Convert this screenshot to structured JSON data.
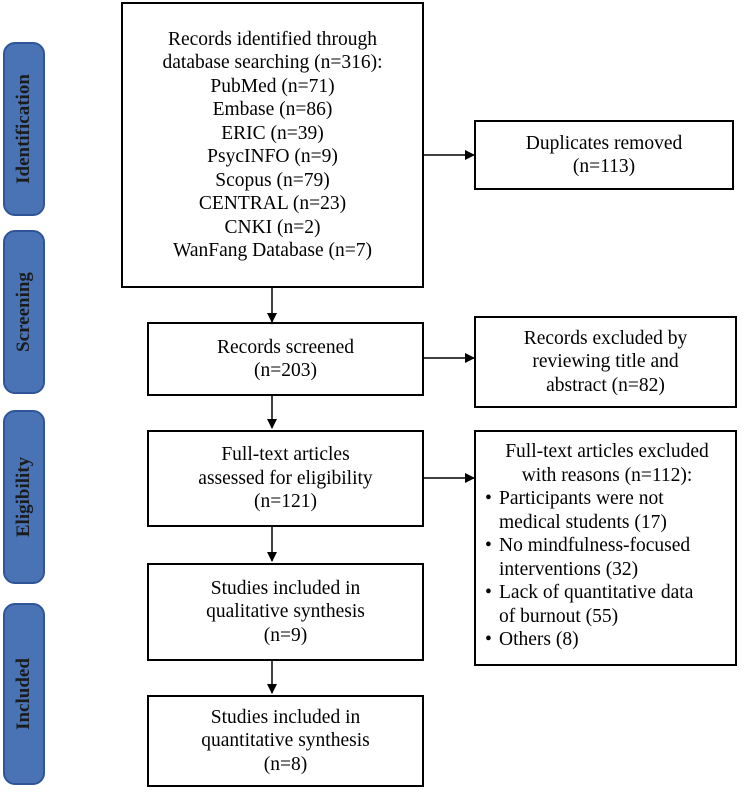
{
  "phases": {
    "identification": "Identification",
    "screening": "Screening",
    "eligibility": "Eligibility",
    "included": "Included"
  },
  "identified": {
    "lines": [
      "Records identified through",
      "database searching (n=316):",
      "PubMed (n=71)",
      "Embase (n=86)",
      "ERIC (n=39)",
      "PsycINFO (n=9)",
      "Scopus (n=79)",
      "CENTRAL (n=23)",
      "CNKI (n=2)",
      "WanFang Database (n=7)"
    ]
  },
  "duplicates": {
    "lines": [
      "Duplicates removed",
      "(n=113)"
    ]
  },
  "screened": {
    "lines": [
      "Records screened",
      "(n=203)"
    ]
  },
  "excluded_title": {
    "lines": [
      "Records excluded by",
      "reviewing title and",
      "abstract (n=82)"
    ]
  },
  "fulltext": {
    "lines": [
      "Full-text articles",
      "assessed for eligibility",
      "(n=121)"
    ]
  },
  "fulltext_excluded": {
    "title_lines": [
      "Full-text articles excluded",
      "with reasons (n=112):"
    ],
    "bullet": "•",
    "reasons": [
      {
        "lines": [
          "Participants were not",
          "medical students (17)"
        ]
      },
      {
        "lines": [
          "No mindfulness-focused",
          "interventions (32)"
        ]
      },
      {
        "lines": [
          "Lack of quantitative data",
          "of burnout (55)"
        ]
      },
      {
        "lines": [
          "Others (8)"
        ]
      }
    ]
  },
  "qualitative": {
    "lines": [
      "Studies included in",
      "qualitative synthesis",
      "(n=9)"
    ]
  },
  "quantitative": {
    "lines": [
      "Studies included in",
      "quantitative synthesis",
      "(n=8)"
    ]
  }
}
